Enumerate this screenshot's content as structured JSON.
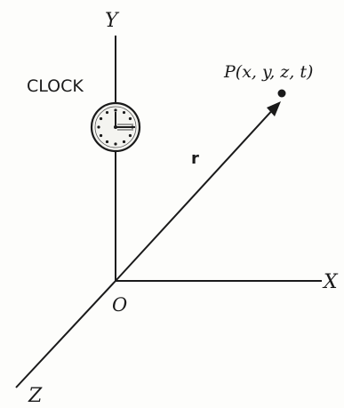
{
  "axes": {
    "y_label": "Y",
    "x_label": "X",
    "z_label": "Z",
    "origin_label": "O"
  },
  "clock": {
    "label": "CLOCK"
  },
  "point": {
    "label": "P(x, y, z, t)"
  },
  "vector": {
    "label": "r"
  }
}
